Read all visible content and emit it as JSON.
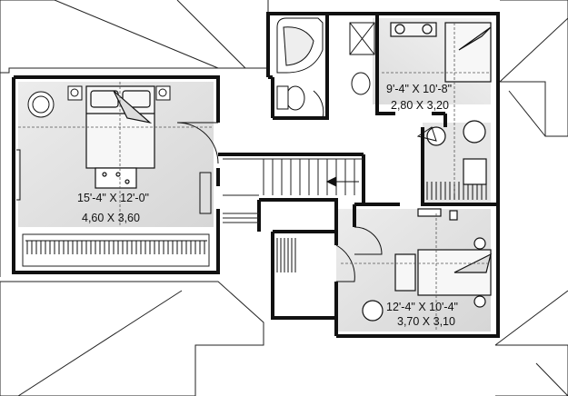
{
  "rooms": [
    {
      "name": "bedroom-left",
      "dim_imperial": "15'-4\" X 12'-0\"",
      "dim_metric": "4,60 X 3,60"
    },
    {
      "name": "bedroom-right-top",
      "dim_imperial": "9'-4\" X 10'-8\"",
      "dim_metric": "2,80 X 3,20"
    },
    {
      "name": "bedroom-right-bottom",
      "dim_imperial": "12'-4\" X 10'-4\"",
      "dim_metric": "3,70 X 3,10"
    }
  ],
  "colors": {
    "wall": "#111111",
    "floor_shade": "#e2e2e2",
    "roof": "#ffffff"
  }
}
